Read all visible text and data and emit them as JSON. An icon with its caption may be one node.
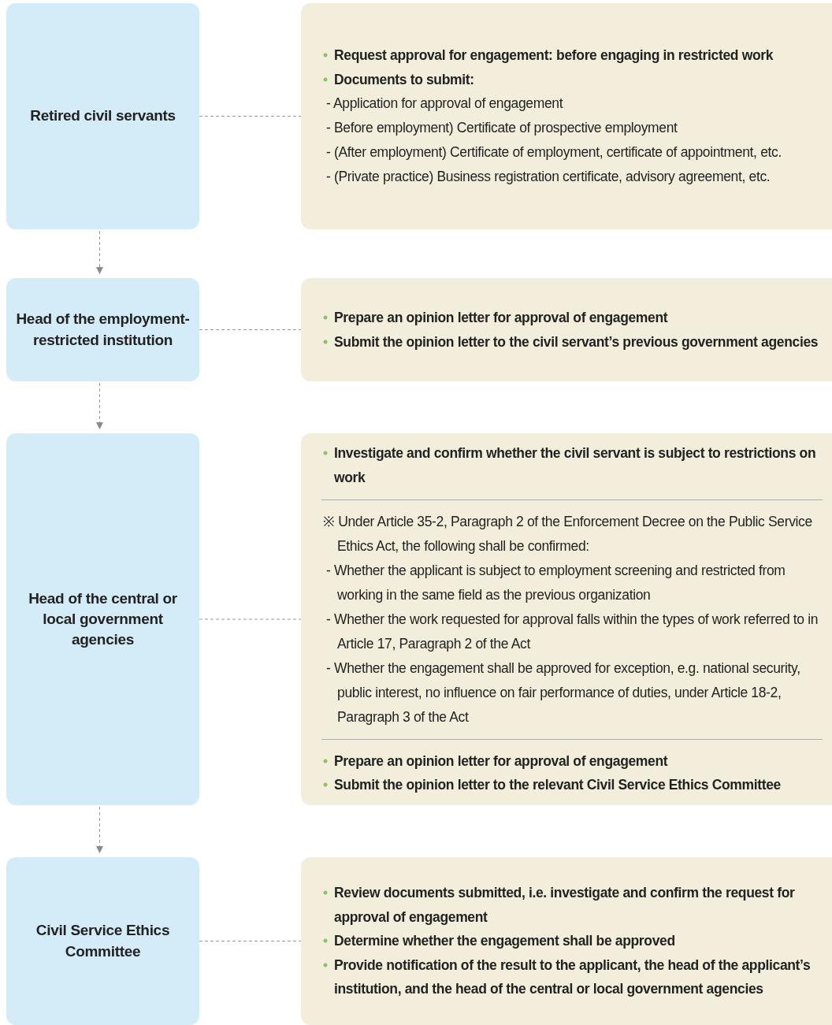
{
  "diagram": {
    "nodes": [
      {
        "text": [
          "Retired civil servants"
        ]
      },
      {
        "text": [
          "Head of the employment-restricted institution"
        ]
      },
      {
        "text": [
          "Head of the central or local government agencies"
        ]
      },
      {
        "text": [
          "Civil Service Ethics Committee"
        ]
      },
      {
        "text": [
          "Request approval for engagement: before engaging in restricted work",
          "Documents to submit:",
          "- Application for approval of engagement",
          "- Before employment) Certificate of prospective employment",
          "- (After employment) Certificate of employment, certificate of appointment, etc.",
          "- (Private practice) Business registration certificate, advisory agreement, etc."
        ]
      },
      {
        "text": [
          "Prepare an opinion letter for approval of engagement",
          "Submit the opinion letter to the civil servant’s previous government agencies"
        ]
      },
      {
        "text": [
          "Investigate and confirm whether the civil servant is subject to restrictions on work",
          "※ Under Article 35-2, Paragraph 2 of the Enforcement Decree on the Public Service Ethics Act, the following shall be confirmed:",
          "- Whether the applicant is subject to employment screening and restricted from working in the same field as the previous organization",
          "- Whether the work requested for approval falls within the types of work referred to in Article 17, Paragraph 2 of the Act",
          "- Whether the engagement shall be approved for exception, e.g. national security, public interest, no influence on fair performance of duties, under Article 18-2, Paragraph 3 of the Act",
          "Prepare an opinion letter for approval of engagement",
          "Submit the opinion letter to the relevant Civil Service Ethics Committee"
        ]
      },
      {
        "text": [
          "Review documents submitted, i.e. investigate and confirm the request for approval of engagement",
          "Determine whether the engagement shall be approved",
          "Provide notification of the result to the applicant, the head of the applicant’s institution, and the head of the central or local government agencies"
        ]
      }
    ],
    "edges": [
      {
        "from": 0,
        "to": 1,
        "arrow": "to",
        "style": "dashed"
      },
      {
        "from": 1,
        "to": 2,
        "arrow": "to",
        "style": "dashed"
      },
      {
        "from": 2,
        "to": 3,
        "arrow": "to",
        "style": "dashed"
      },
      {
        "from": 0,
        "to": 4,
        "arrow": "none",
        "style": "dashed"
      },
      {
        "from": 1,
        "to": 5,
        "arrow": "none",
        "style": "dashed"
      },
      {
        "from": 2,
        "to": 6,
        "arrow": "none",
        "style": "dashed"
      },
      {
        "from": 3,
        "to": 7,
        "arrow": "none",
        "style": "dashed"
      }
    ]
  }
}
